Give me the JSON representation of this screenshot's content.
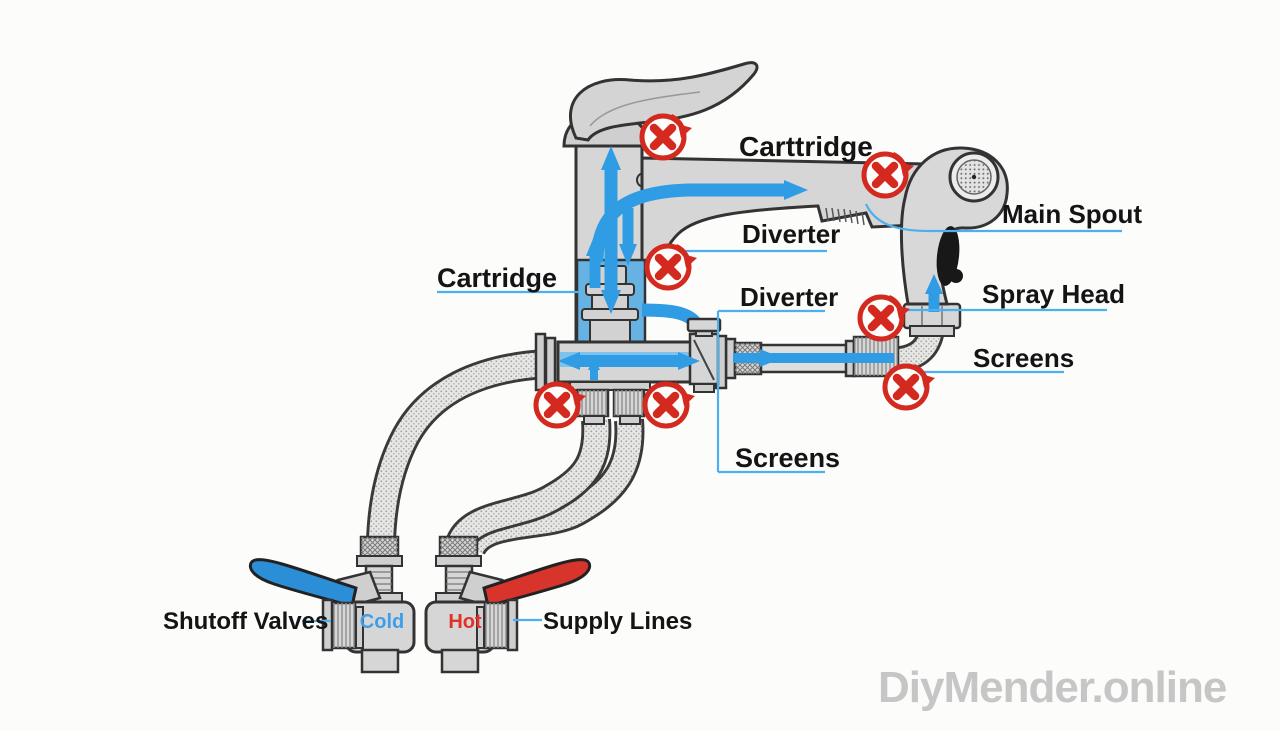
{
  "page": {
    "background": "#fcfcfb"
  },
  "diagram": {
    "labels": {
      "cartridge_top": "Carttridge",
      "cartridge_left": "Cartridge",
      "diverter_upper": "Diverter",
      "diverter_lower": "Diverter",
      "main_spout": "Main Spout",
      "spray_head": "Spray Head",
      "screens_right": "Screens",
      "screens_bottom": "Screens",
      "shutoff_valves": "Shutoff Valves",
      "supply_lines": "Supply Lines",
      "cold": "Cold",
      "hot": "Hot"
    },
    "watermark": "DiyMender.online",
    "colors": {
      "water_flow": "#2f9ce4",
      "water_channel": "#7fc2ee",
      "leader_line": "#4db0ec",
      "error_red": "#d3291f",
      "cold_label": "#3f9ee7",
      "hot_label": "#e03228",
      "cold_handle": "#2b8ed7",
      "hot_handle": "#d7342b",
      "metal": "#d6d6d6",
      "outline": "#2e2e2e",
      "watermark_gray": "#c6c6c6"
    },
    "icons": {
      "error_mark": "replace-x-icon",
      "error_mark_count": 7,
      "flow_arrow": "water-flow-arrow"
    }
  }
}
